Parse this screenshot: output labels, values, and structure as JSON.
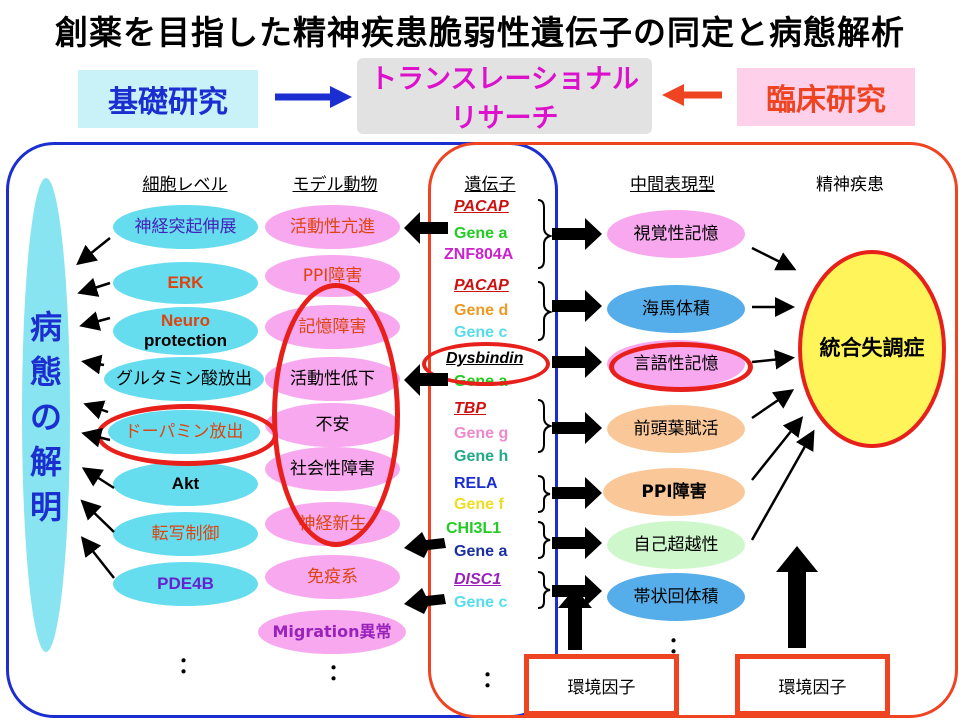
{
  "title": "創薬を目指した精神疾患脆弱性遺伝子の同定と病態解析",
  "top": {
    "basic": "基礎研究",
    "translational_1": "トランスレーショナル",
    "translational_2": "リサーチ",
    "clinical": "臨床研究"
  },
  "left_panel": {
    "vertical_label": [
      "病",
      "態",
      "の",
      "解",
      "明"
    ],
    "col_cell": "細胞レベル",
    "col_model": "モデル動物",
    "cells": [
      "神経突起伸展",
      "ERK",
      "Neuro",
      "protection",
      "グルタミン酸放出",
      "ドーパミン放出",
      "Akt",
      "転写制御",
      "PDE4B"
    ],
    "models": [
      "活動性亢進",
      "PPI障害",
      "記憶障害",
      "活動性低下",
      "不安",
      "社会性障害",
      "神経新生",
      "免疫系",
      "Migration異常"
    ],
    "dots": "："
  },
  "genes": {
    "header": "遺伝子",
    "list": [
      "PACAP",
      "Gene a",
      "ZNF804A",
      "PACAP",
      "Gene d",
      "Gene c",
      "Dysbindin",
      "Gene a",
      "TBP",
      "Gene g",
      "Gene h",
      "RELA",
      "Gene f",
      "CHI3L1",
      "Gene a",
      "DISC1",
      "Gene c"
    ],
    "dots": "："
  },
  "right_panel": {
    "col_mid": "中間表現型",
    "col_dis": "精神疾患",
    "phenotypes": [
      "視覚性記憶",
      "海馬体積",
      "言語性記憶",
      "前頭葉賦活",
      "PPI障害",
      "自己超越性",
      "帯状回体積"
    ],
    "disease": "統合失調症",
    "env1": "環境因子",
    "env2": "環境因子",
    "dots": "："
  },
  "colors": {
    "blue_border": "#1B2FD1",
    "orange_border": "#EE4422",
    "highlight": "#E8201C",
    "cyan": "#66DDEE",
    "pink": "#F7A8EE",
    "yellow": "#FFF55A"
  }
}
